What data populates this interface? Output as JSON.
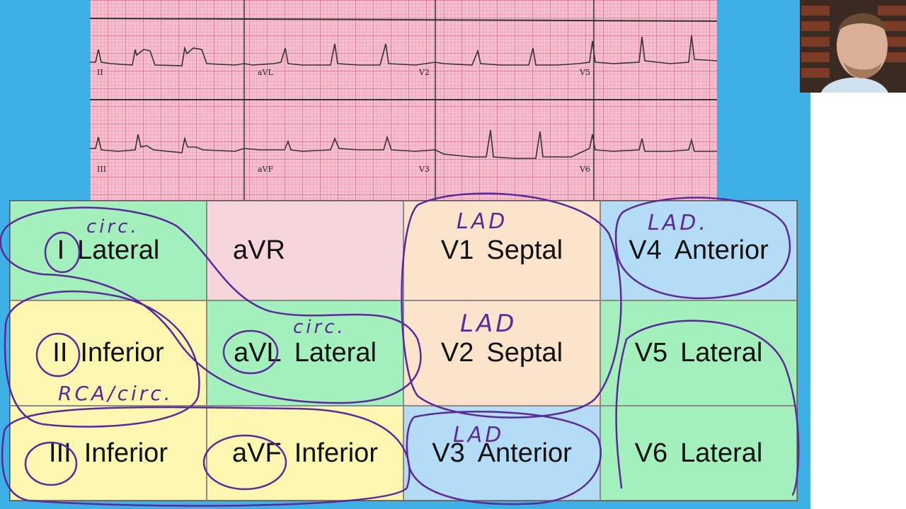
{
  "ecg": {
    "leads_row1": [
      "II",
      "aVL",
      "V2",
      "V5"
    ],
    "leads_row2": [
      "III",
      "aVF",
      "V3",
      "V6"
    ]
  },
  "table": {
    "cells": [
      {
        "lead": "I",
        "region": "Lateral",
        "color": "#a3f0bd"
      },
      {
        "lead": "aVR",
        "region": "",
        "color": "#f7d5dd"
      },
      {
        "lead": "V1",
        "region": "Septal",
        "color": "#fbe4cb"
      },
      {
        "lead": "V4",
        "region": "Anterior",
        "color": "#b4dcf6"
      },
      {
        "lead": "II",
        "region": "Inferior",
        "color": "#fbf6b0"
      },
      {
        "lead": "aVL",
        "region": "Lateral",
        "color": "#a3f0bd"
      },
      {
        "lead": "V2",
        "region": "Septal",
        "color": "#fbe4cb"
      },
      {
        "lead": "V5",
        "region": "Lateral",
        "color": "#a3f0bd"
      },
      {
        "lead": "III",
        "region": "Inferior",
        "color": "#fbf6b0"
      },
      {
        "lead": "aVF",
        "region": "Inferior",
        "color": "#fbf6b0"
      },
      {
        "lead": "V3",
        "region": "Anterior",
        "color": "#b4dcf6"
      },
      {
        "lead": "V6",
        "region": "Lateral",
        "color": "#a3f0bd"
      }
    ]
  },
  "annotations": {
    "circ_1": "circ.",
    "circ_2": "circ.",
    "rca_circ": "RCA/circ.",
    "lad_1": "LAD",
    "lad_2": "LAD.",
    "lad_3": "LAD",
    "lad_4": "LAD",
    "ink_color": "#5a2a9a"
  },
  "colors": {
    "background": "#3fb0e6",
    "ecg_paper": "#f6bfcf"
  }
}
